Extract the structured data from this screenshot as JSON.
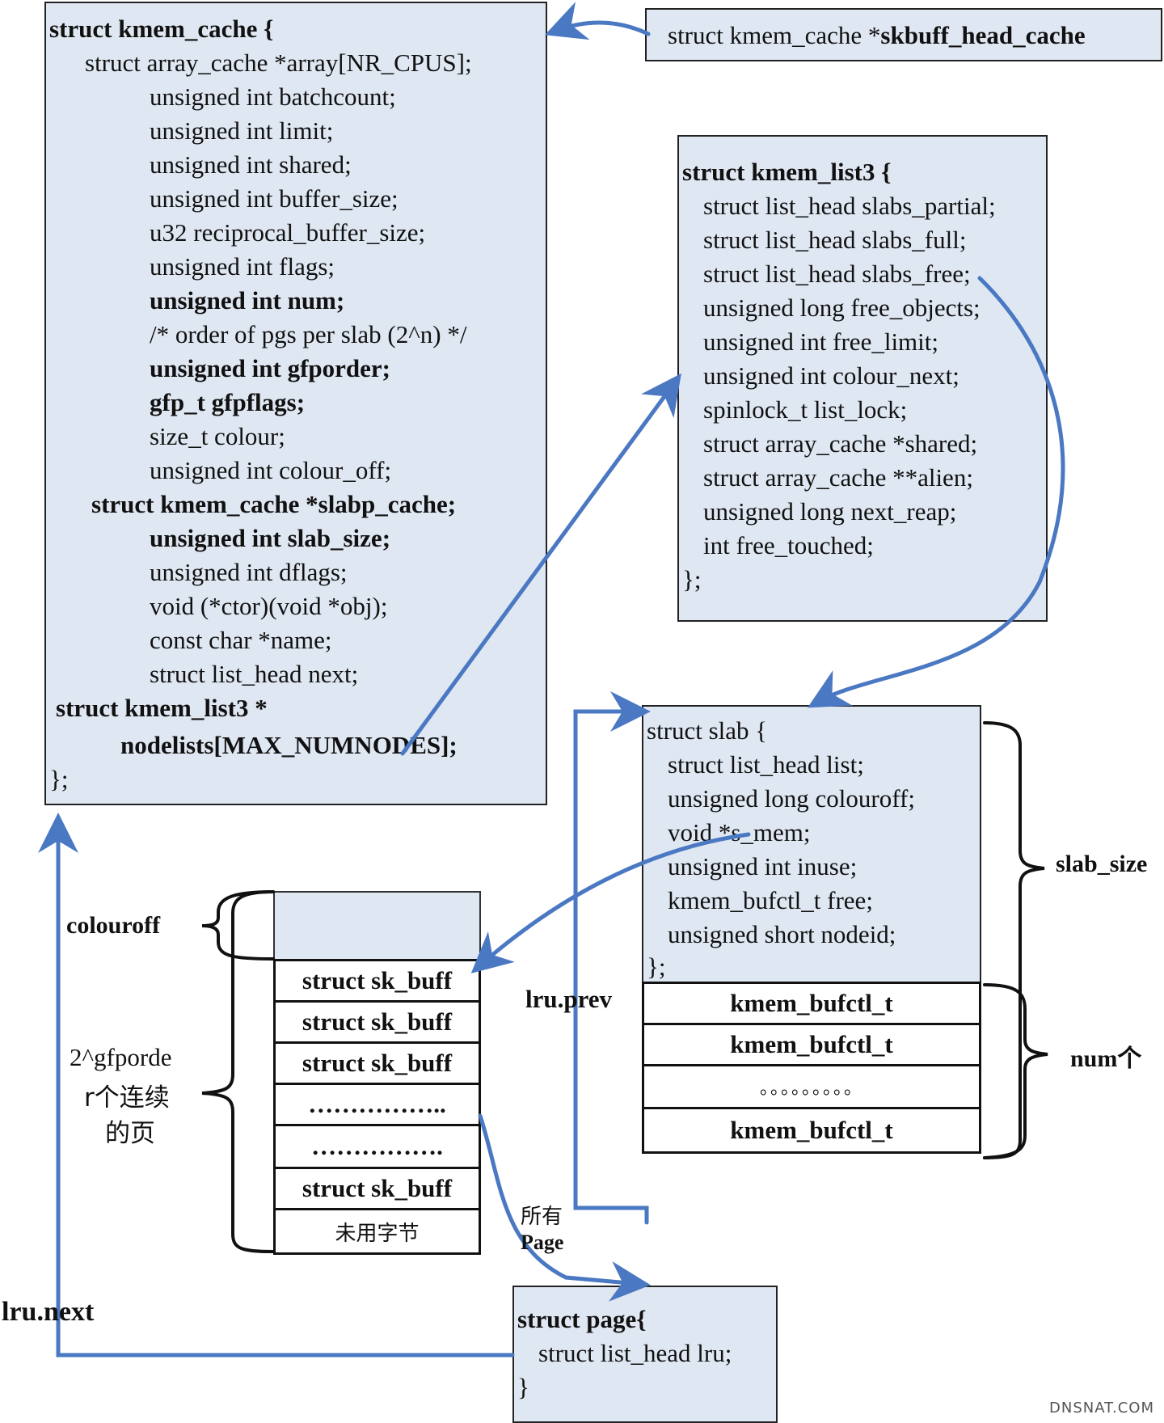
{
  "kmem_cache": {
    "lines": [
      {
        "text": "struct kmem_cache {",
        "bold": true
      },
      {
        "text": "struct array_cache *array[NR_CPUS];",
        "bold": false
      },
      {
        "text": "unsigned int batchcount;",
        "bold": false
      },
      {
        "text": "unsigned int limit;",
        "bold": false
      },
      {
        "text": "unsigned int shared;",
        "bold": false
      },
      {
        "text": "unsigned int buffer_size;",
        "bold": false
      },
      {
        "text": "u32 reciprocal_buffer_size;",
        "bold": false
      },
      {
        "text": "unsigned int flags;",
        "bold": false
      },
      {
        "text": "unsigned int num;",
        "bold": true
      },
      {
        "text": "/* order of pgs per slab (2^n) */",
        "bold": false
      },
      {
        "text": "unsigned int gfporder;",
        "bold": true
      },
      {
        "text": "gfp_t gfpflags;",
        "bold": true
      },
      {
        "text": "size_t colour;",
        "bold": false
      },
      {
        "text": "unsigned int colour_off;",
        "bold": false
      },
      {
        "text": "struct kmem_cache *slabp_cache;",
        "bold": true
      },
      {
        "text": "unsigned int slab_size;",
        "bold": true
      },
      {
        "text": "unsigned int dflags;",
        "bold": false
      },
      {
        "text": "void (*ctor)(void *obj);",
        "bold": false
      },
      {
        "text": "const char *name;",
        "bold": false
      },
      {
        "text": "struct list_head next;",
        "bold": false
      },
      {
        "text": "struct kmem_list3 *",
        "bold": true
      },
      {
        "text": "nodelists[MAX_NUMNODES];",
        "bold": true
      },
      {
        "text": "};",
        "bold": false
      }
    ]
  },
  "skbuff_head_cache": {
    "prefix": "struct kmem_cache *",
    "name": "skbuff_head_cache"
  },
  "kmem_list3": {
    "lines": [
      {
        "text": "struct kmem_list3 {",
        "bold": true
      },
      {
        "text": "struct list_head slabs_partial;",
        "bold": false
      },
      {
        "text": "struct list_head slabs_full;",
        "bold": false
      },
      {
        "text": "struct list_head slabs_free;",
        "bold": false
      },
      {
        "text": "unsigned long free_objects;",
        "bold": false
      },
      {
        "text": "unsigned int free_limit;",
        "bold": false
      },
      {
        "text": "unsigned int colour_next;",
        "bold": false
      },
      {
        "text": "spinlock_t list_lock;",
        "bold": false
      },
      {
        "text": "struct array_cache *shared;",
        "bold": false
      },
      {
        "text": "struct array_cache **alien;",
        "bold": false
      },
      {
        "text": "unsigned long next_reap;",
        "bold": false
      },
      {
        "text": "int free_touched;",
        "bold": false
      },
      {
        "text": "};",
        "bold": false
      }
    ]
  },
  "slab": {
    "lines": [
      {
        "text": "struct slab {",
        "bold": false
      },
      {
        "text": "struct list_head list;",
        "bold": false
      },
      {
        "text": "unsigned long colouroff;",
        "bold": false
      },
      {
        "text": "void *s_mem;",
        "bold": false
      },
      {
        "text": "unsigned int inuse;",
        "bold": false
      },
      {
        "text": "kmem_bufctl_t free;",
        "bold": false
      },
      {
        "text": "unsigned short nodeid;",
        "bold": false
      },
      {
        "text": "};",
        "bold": false
      }
    ],
    "bufctl": [
      "kmem_bufctl_t",
      "kmem_bufctl_t",
      "。。。。。。。。。",
      "kmem_bufctl_t"
    ]
  },
  "objects": {
    "cells": [
      "struct sk_buff",
      "struct sk_buff",
      "struct sk_buff",
      "……………..",
      "…………….",
      "struct sk_buff",
      "未用字节"
    ]
  },
  "page": {
    "lines": [
      {
        "text": "struct page{",
        "bold": true
      },
      {
        "text": "struct list_head lru;",
        "bold": false
      },
      {
        "text": "}",
        "bold": false
      }
    ]
  },
  "labels": {
    "colouroff": "colouroff",
    "gfporder_l1": "2^gfporde",
    "gfporder_l2": "r个连续",
    "gfporder_l3": "的页",
    "slab_size": "slab_size",
    "num": "num个",
    "lru_prev": "lru.prev",
    "lru_next": "lru.next",
    "all_page_l1": "所有",
    "all_page_l2": "Page"
  },
  "watermark": "DNSNAT.COM",
  "colors": {
    "box_fill": "#dfe7f2",
    "arrow": "#4a78c2",
    "border": "#222222"
  }
}
